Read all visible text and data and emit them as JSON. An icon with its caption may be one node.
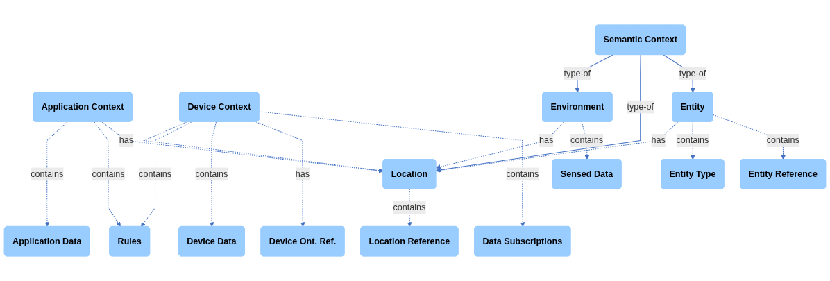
{
  "diagram": {
    "nodes": [
      {
        "text": [
          "Application Context"
        ]
      },
      {
        "text": [
          "Device Context"
        ]
      },
      {
        "text": [
          "Semantic Context"
        ]
      },
      {
        "text": [
          "Environment"
        ]
      },
      {
        "text": [
          "Location"
        ]
      },
      {
        "text": [
          "Entity"
        ]
      },
      {
        "text": [
          "Device Data"
        ]
      },
      {
        "text": [
          "Data Subscriptions"
        ]
      },
      {
        "text": [
          "Device Ont. Ref."
        ]
      },
      {
        "text": [
          "Application Data"
        ]
      },
      {
        "text": [
          "Rules"
        ]
      },
      {
        "text": [
          "Sensed Data"
        ]
      },
      {
        "text": [
          "Location Reference"
        ]
      },
      {
        "text": [
          "Entity Type"
        ]
      },
      {
        "text": [
          "Entity Reference"
        ]
      }
    ],
    "edges": [
      {
        "from": 0,
        "to": 9,
        "arrow": "to",
        "label": "contains",
        "style": "dashed"
      },
      {
        "from": 0,
        "to": 10,
        "arrow": "to",
        "label": "contains",
        "style": "dashed"
      },
      {
        "from": 0,
        "to": 4,
        "arrow": "to",
        "label": "has",
        "style": "dashed"
      },
      {
        "from": 1,
        "to": 4,
        "arrow": "to",
        "style": "dashed"
      },
      {
        "from": 1,
        "to": 10,
        "arrow": "to",
        "label": "contains",
        "style": "dashed"
      },
      {
        "from": 1,
        "to": 6,
        "arrow": "to",
        "label": "contains",
        "style": "dashed"
      },
      {
        "from": 1,
        "to": 8,
        "arrow": "to",
        "label": "has",
        "style": "dashed"
      },
      {
        "from": 1,
        "to": 7,
        "arrow": "to",
        "label": "contains",
        "style": "dashed"
      },
      {
        "from": 2,
        "to": 3,
        "arrow": "to",
        "label": "type-of"
      },
      {
        "from": 2,
        "to": 4,
        "arrow": "to",
        "label": "type-of"
      },
      {
        "from": 2,
        "to": 5,
        "arrow": "to",
        "label": "type-of"
      },
      {
        "from": 3,
        "to": 4,
        "arrow": "to",
        "label": "has",
        "style": "dashed"
      },
      {
        "from": 5,
        "to": 4,
        "arrow": "to",
        "label": "has",
        "style": "dashed"
      },
      {
        "from": 3,
        "to": 11,
        "arrow": "to",
        "label": "contains",
        "style": "dashed"
      },
      {
        "from": 4,
        "to": 12,
        "arrow": "to",
        "label": "contains",
        "style": "dashed"
      },
      {
        "from": 5,
        "to": 13,
        "arrow": "to",
        "label": "contains",
        "style": "dashed"
      },
      {
        "from": 5,
        "to": 14,
        "arrow": "to",
        "label": "contains",
        "style": "dashed"
      }
    ]
  }
}
